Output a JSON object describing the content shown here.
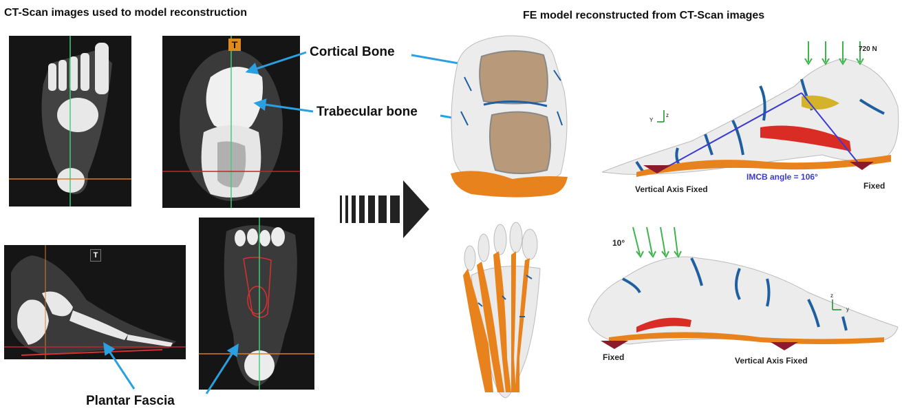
{
  "left_title": "CT-Scan images used to model reconstruction",
  "right_title": "FE model reconstructed from CT-Scan images",
  "labels": {
    "cortical_bone": "Cortical Bone",
    "trabecular_bone": "Trabecular bone",
    "plantar_fascia": "Plantar Fascia"
  },
  "ct_badge": "T",
  "top_model": {
    "load": "720 N",
    "left_support": "Vertical Axis Fixed",
    "right_support": "Fixed",
    "angle_text": "IMCB angle = 106°",
    "axis_z": "z",
    "axis_y": "Y"
  },
  "bottom_model": {
    "angle": "10°",
    "left_support": "Fixed",
    "right_support": "Vertical Axis Fixed",
    "axis_z": "z",
    "axis_y": "y"
  },
  "colors": {
    "arrow_blue": "#2aa0e0",
    "tendon_orange": "#e8821c",
    "load_green": "#3cb44b",
    "support_maroon": "#8b1a2b",
    "angle_blue": "#3a3ad0"
  }
}
